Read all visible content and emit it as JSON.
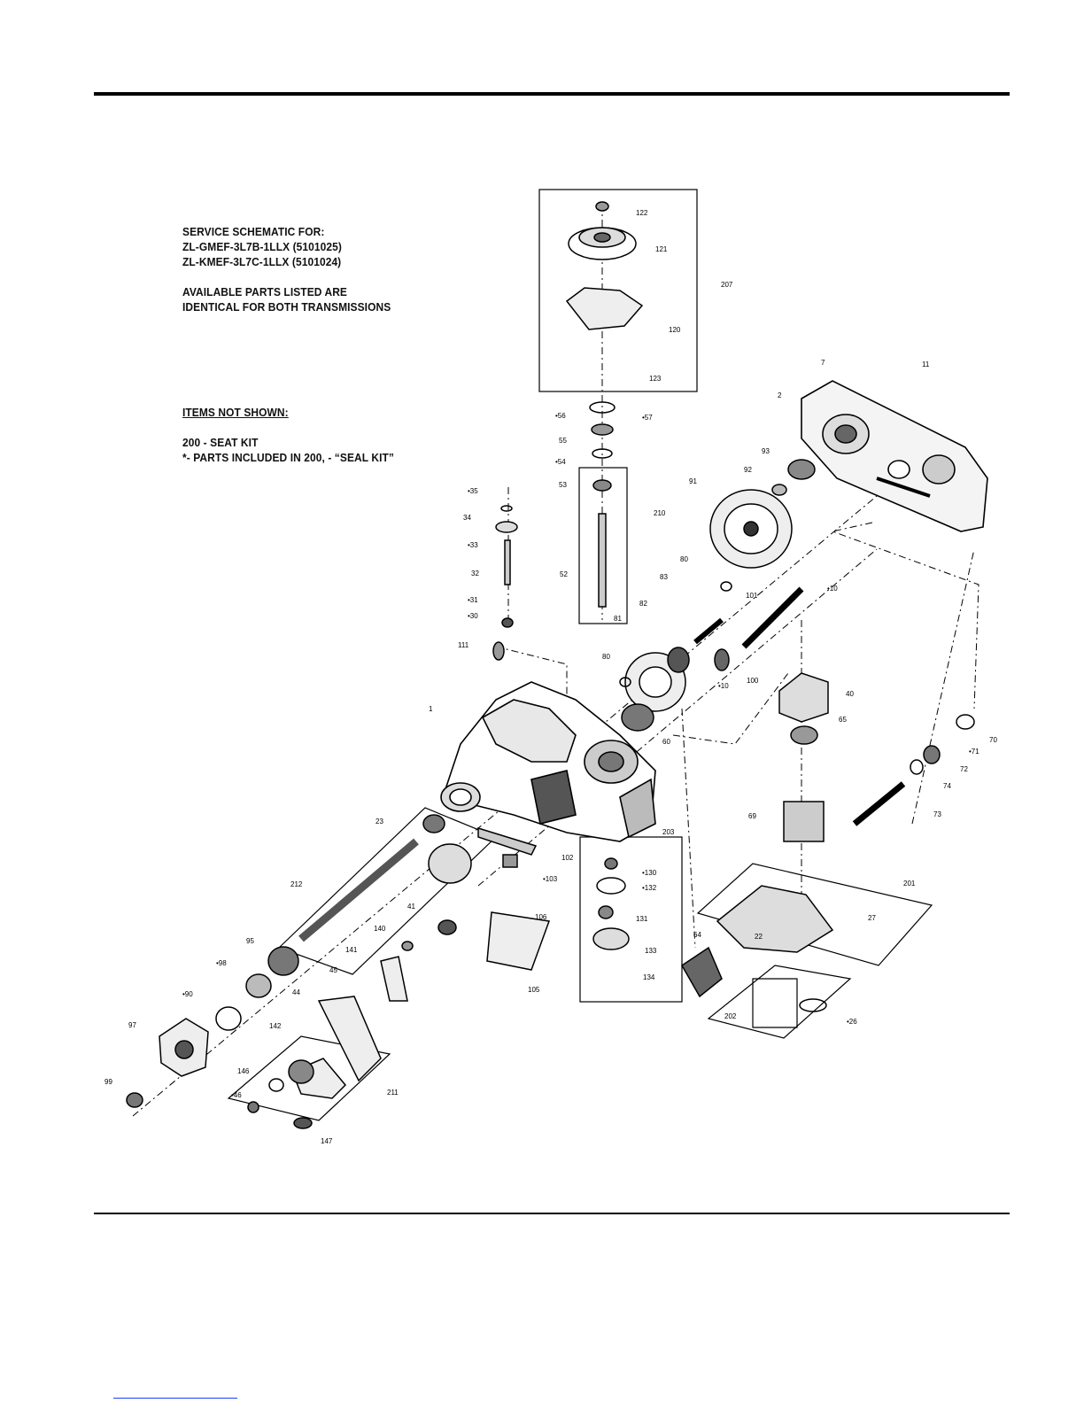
{
  "notes": {
    "service_title": "SERVICE SCHEMATIC FOR:",
    "model_1": "ZL-GMEF-3L7B-1LLX (5101025)",
    "model_2": "ZL-KMEF-3L7C-1LLX (5101024)",
    "available_1": "AVAILABLE PARTS LISTED ARE",
    "available_2": "IDENTICAL FOR BOTH TRANSMISSIONS",
    "items_not_shown": "ITEMS NOT SHOWN:",
    "seat_kit": "200 - SEAT KIT",
    "seal_note": "*- PARTS INCLUDED IN 200, - “SEAL KIT”"
  },
  "callouts": [
    "122",
    "121",
    "207",
    "120",
    "123",
    "7",
    "11",
    "2",
    "•56",
    "•57",
    "55",
    "•54",
    "53",
    "93",
    "92",
    "91",
    "•35",
    "34",
    "•33",
    "210",
    "32",
    "52",
    "80",
    "83",
    "•31",
    "•30",
    "82",
    "101",
    "•10",
    "111",
    "81",
    "80",
    "100",
    "•10",
    "40",
    "1",
    "60",
    "65",
    "70",
    "•71",
    "72",
    "74",
    "23",
    "203",
    "69",
    "73",
    "102",
    "•130",
    "•103",
    "•132",
    "212",
    "41",
    "106",
    "131",
    "201",
    "27",
    "22",
    "140",
    "95",
    "133",
    "141",
    "64",
    "•98",
    "45",
    "105",
    "134",
    "•90",
    "44",
    "202",
    "•26",
    "97",
    "142",
    "146",
    "•46",
    "211",
    "99",
    "147"
  ]
}
